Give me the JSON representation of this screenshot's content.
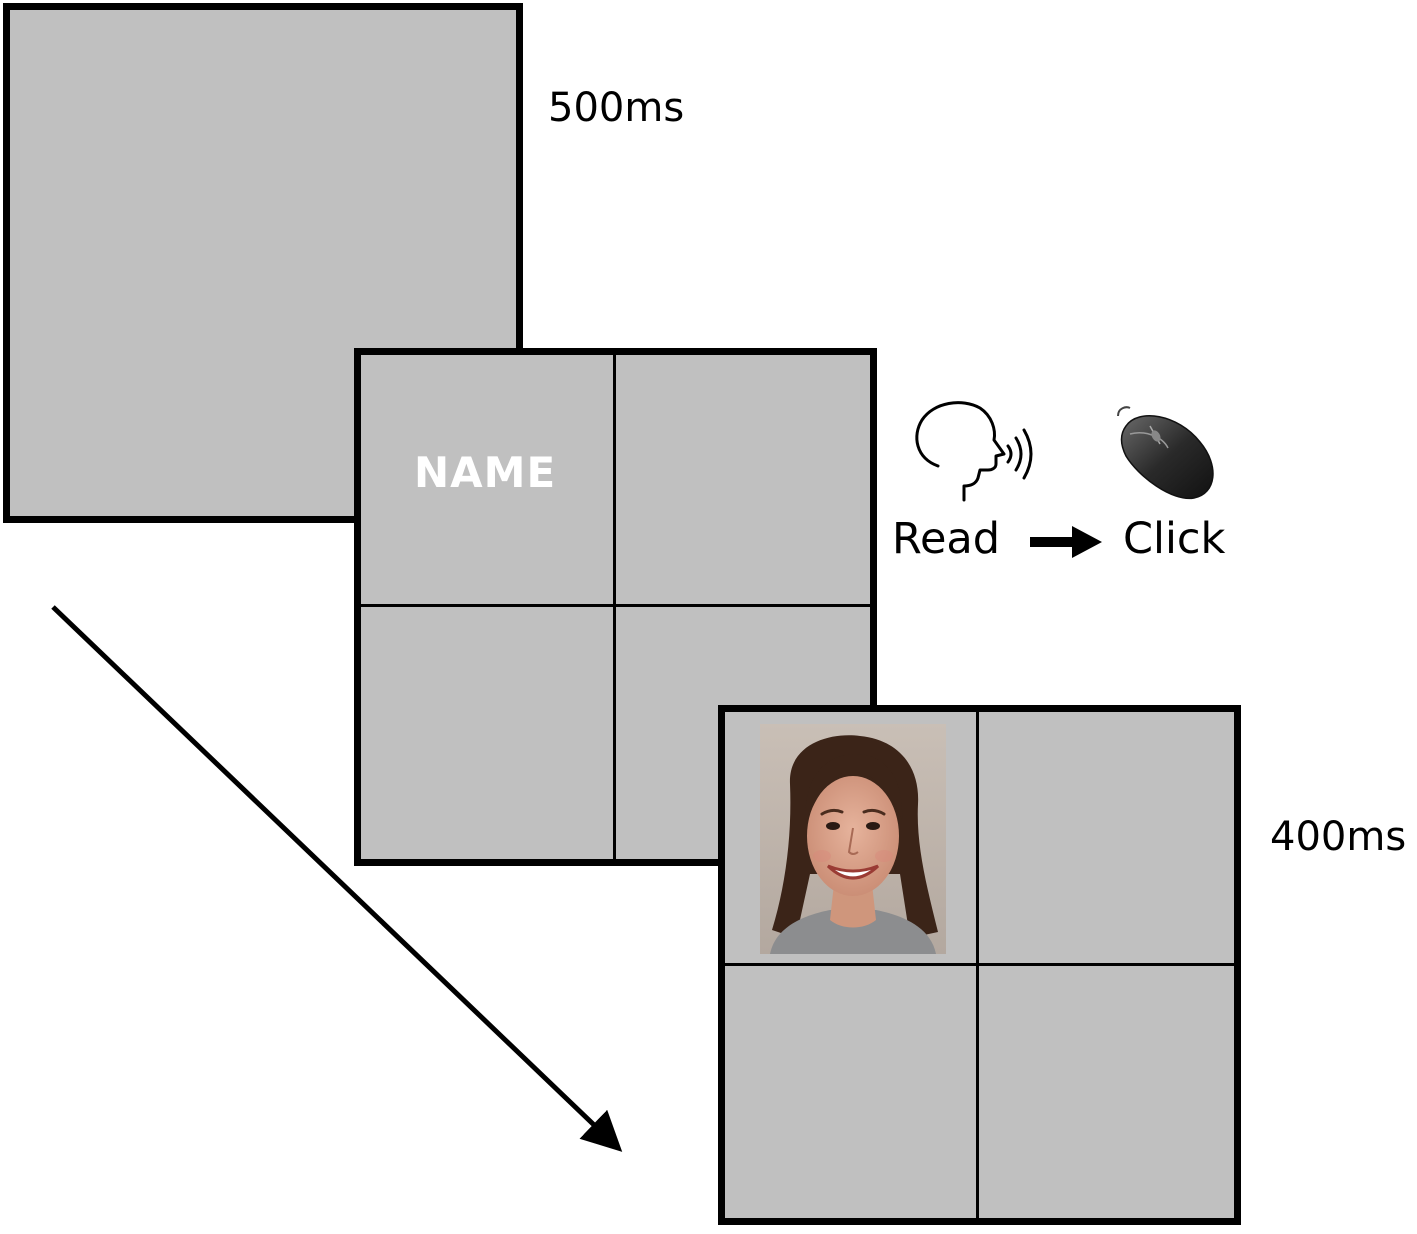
{
  "stimulus_sequence": {
    "fixation_screen": {
      "duration_label": "500ms"
    },
    "name_screen": {
      "name_text": "NAME",
      "response_steps": {
        "first": "Read",
        "second": "Click"
      },
      "icons": [
        "speaking-head-icon",
        "arrow-right-icon",
        "computer-mouse-icon"
      ]
    },
    "face_screen": {
      "duration_label": "400ms",
      "image": "smiling-woman-face-photo"
    },
    "timeline_arrow": "diagonal-arrow-icon"
  },
  "colors": {
    "screen_fill": "#c0c0c0",
    "border": "#000000",
    "name_text": "#ffffff"
  }
}
